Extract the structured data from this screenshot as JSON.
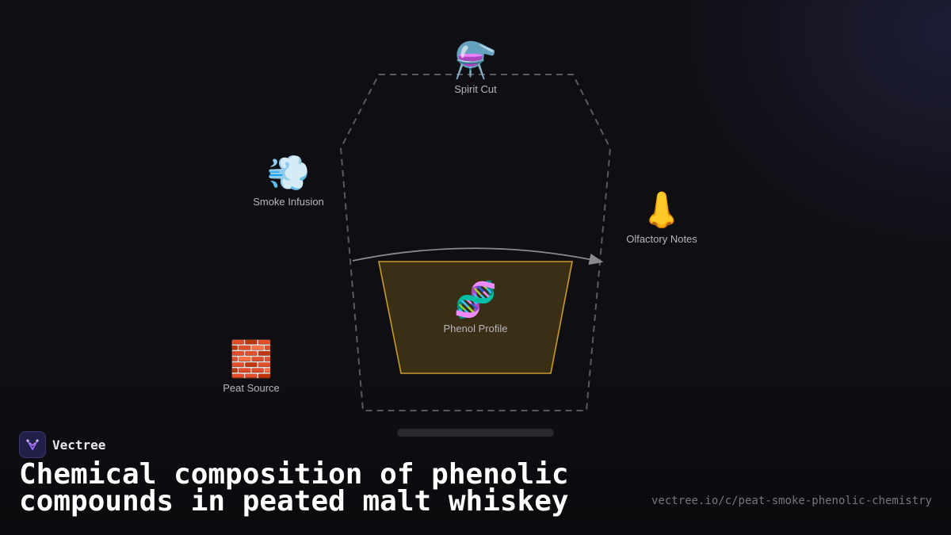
{
  "diagram": {
    "nodes": [
      {
        "id": "spirit-cut",
        "emoji": "⚗️",
        "icon": "alembic-icon",
        "label": "Spirit Cut"
      },
      {
        "id": "smoke-infusion",
        "emoji": "💨",
        "icon": "smoke-puff-icon",
        "label": "Smoke Infusion"
      },
      {
        "id": "olfactory-notes",
        "emoji": "👃",
        "icon": "nose-icon",
        "label": "Olfactory Notes"
      },
      {
        "id": "phenol-profile",
        "emoji": "🧬",
        "icon": "dna-icon",
        "label": "Phenol Profile"
      },
      {
        "id": "peat-source",
        "emoji": "🧱",
        "icon": "brick-icon",
        "label": "Peat Source"
      }
    ],
    "colors": {
      "glass_outline": "#5a5962",
      "liquid_fill": "#3a2f14",
      "liquid_stroke": "#c99a2e",
      "arrow": "#8a8992",
      "base": "#2a2930"
    }
  },
  "footer": {
    "brand_name": "Vectree",
    "title": "Chemical composition of phenolic compounds in peated malt whiskey",
    "url": "vectree.io/c/peat-smoke-phenolic-chemistry"
  }
}
